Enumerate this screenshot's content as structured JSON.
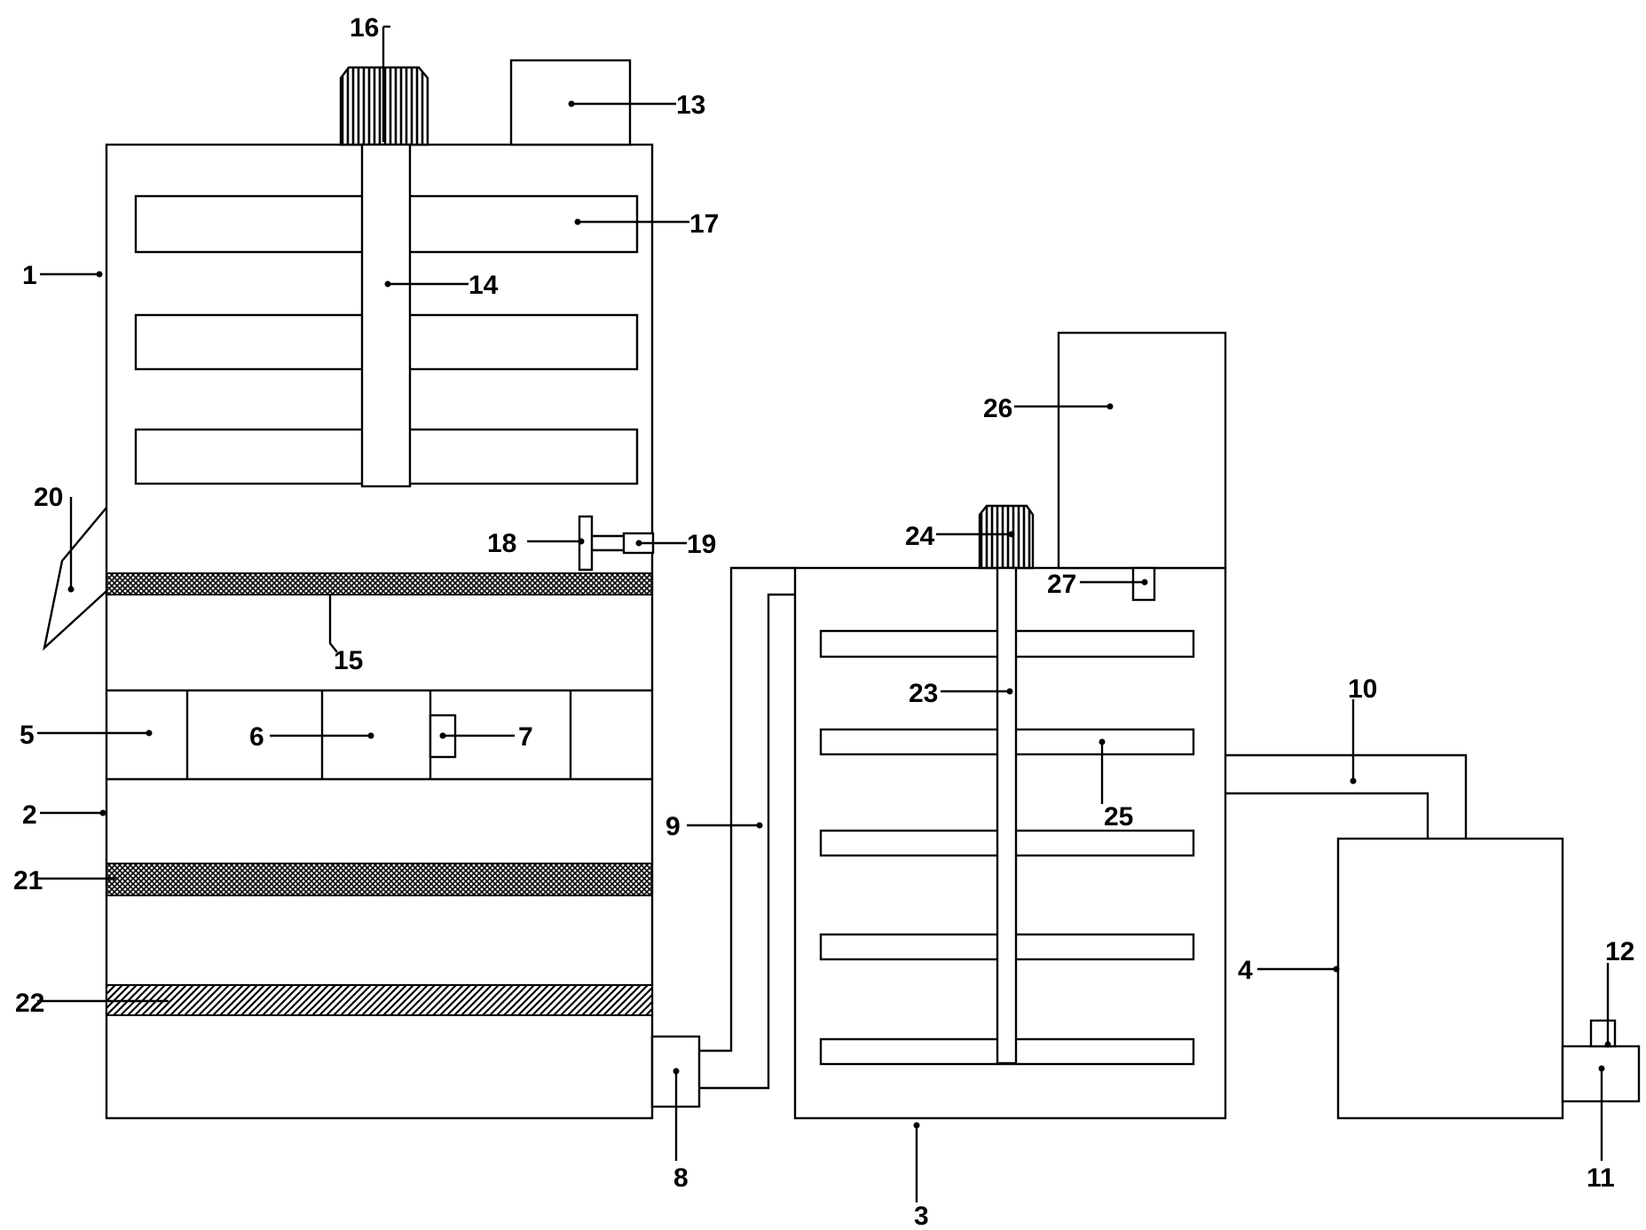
{
  "labels": {
    "l1": "1",
    "l2": "2",
    "l3": "3",
    "l4": "4",
    "l5": "5",
    "l6": "6",
    "l7": "7",
    "l8": "8",
    "l9": "9",
    "l10": "10",
    "l11": "11",
    "l12": "12",
    "l13": "13",
    "l14": "14",
    "l15": "15",
    "l16": "16",
    "l17": "17",
    "l18": "18",
    "l19": "19",
    "l20": "20",
    "l21": "21",
    "l22": "22",
    "l23": "23",
    "l24": "24",
    "l25": "25",
    "l26": "26",
    "l27": "27"
  },
  "colors": {
    "line": "#000000",
    "background": "#ffffff"
  }
}
